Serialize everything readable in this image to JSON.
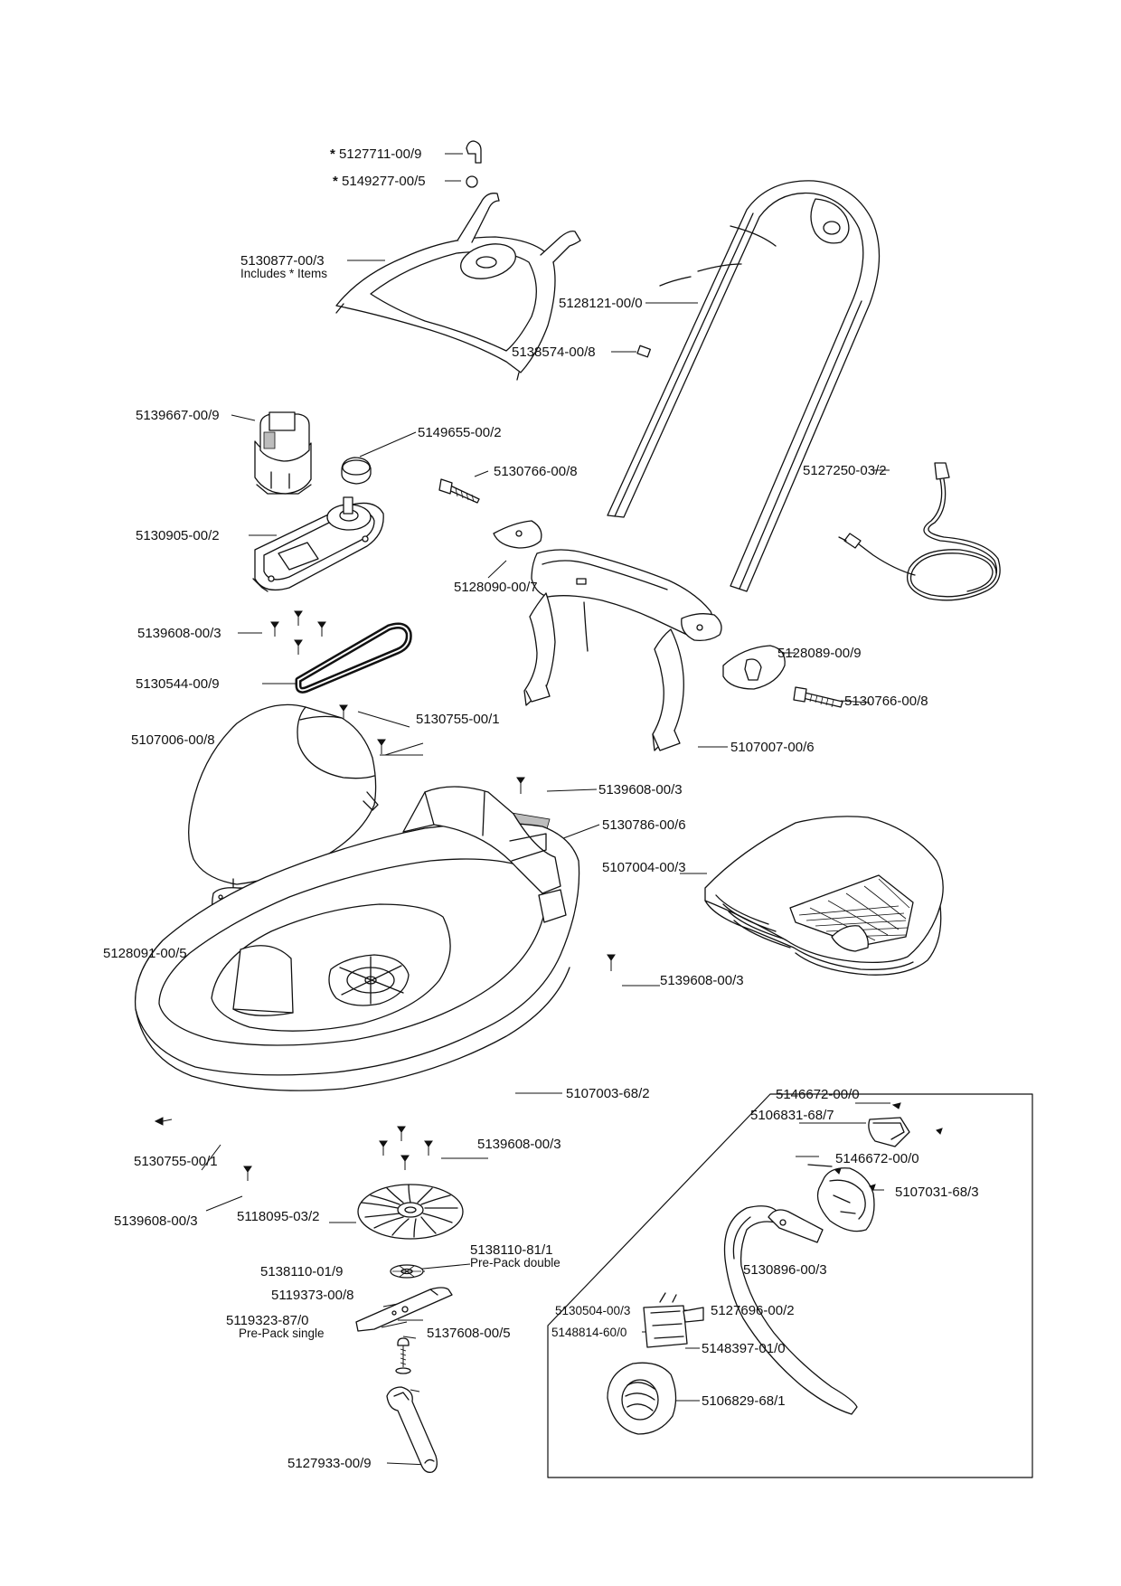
{
  "parts": {
    "p5127711": "5127711-00/9",
    "p5149277": "5149277-00/5",
    "star": "*",
    "p5130877": "5130877-00/3",
    "p5130877_note": "Includes * Items",
    "p5128121": "5128121-00/0",
    "p5138574": "5138574-00/8",
    "p5139667": "5139667-00/9",
    "p5149655": "5149655-00/2",
    "p5130766_a": "5130766-00/8",
    "p5127250": "5127250-03/2",
    "p5130905": "5130905-00/2",
    "p5128090": "5128090-00/7",
    "p5139608_a": "5139608-00/3",
    "p5128089": "5128089-00/9",
    "p5130544": "5130544-00/9",
    "p5130766_b": "5130766-00/8",
    "p5130755_a": "5130755-00/1",
    "p5107006": "5107006-00/8",
    "p5107007": "5107007-00/6",
    "p5139608_b": "5139608-00/3",
    "p5130786": "5130786-00/6",
    "p5107004": "5107004-00/3",
    "p5128091": "5128091-00/5",
    "p5139608_c": "5139608-00/3",
    "p5107003": "5107003-68/2",
    "p5146672_a": "5146672-00/0",
    "p5106831": "5106831-68/7",
    "p5146672_b": "5146672-00/0",
    "p5107031": "5107031-68/3",
    "p5130755_b": "5130755-00/1",
    "p5139608_d": "5139608-00/3",
    "p5139608_e": "5139608-00/3",
    "p5118095": "5118095-03/2",
    "p5138110_81": "5138110-81/1",
    "p5138110_81_note": "Pre-Pack double",
    "p5138110_01": "5138110-01/9",
    "p5119373": "5119373-00/8",
    "p5119323": "5119323-87/0",
    "p5119323_note": "Pre-Pack single",
    "p5137608": "5137608-00/5",
    "p5130896": "5130896-00/3",
    "p5130504": "5130504-00/3",
    "p5127696": "5127696-00/2",
    "p5148814": "5148814-60/0",
    "p5148397": "5148397-01/0",
    "p5106829": "5106829-68/1",
    "p5127933": "5127933-00/9"
  }
}
